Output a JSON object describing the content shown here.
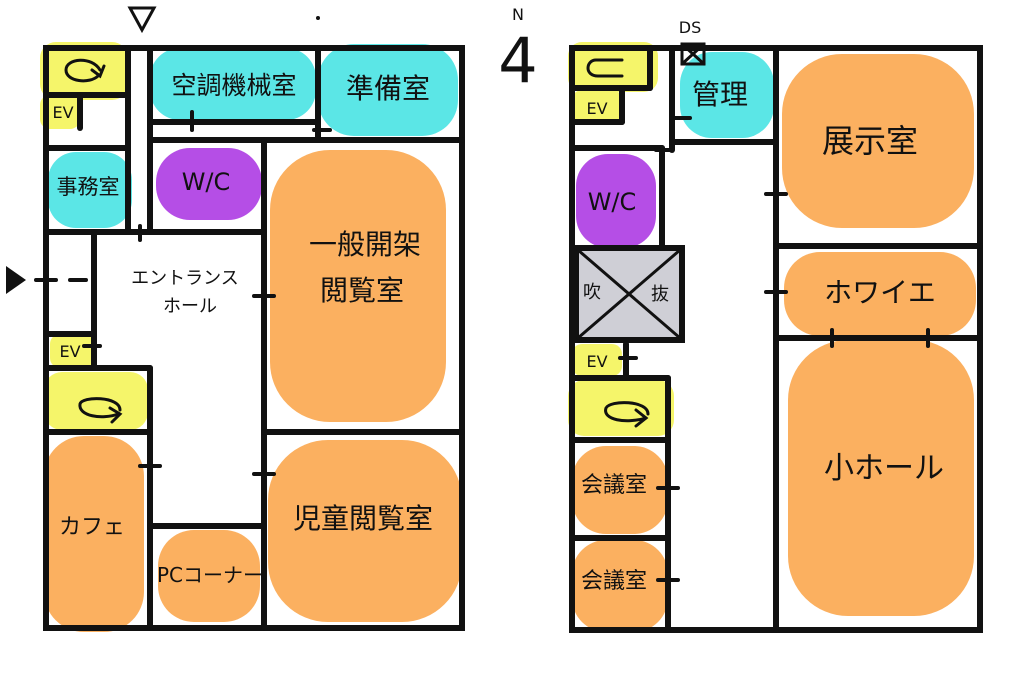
{
  "compass": {
    "north_letter": "N",
    "north_symbol": "4"
  },
  "colors": {
    "orange": "#fbb060",
    "cyan": "#5be6e6",
    "purple": "#b54ee6",
    "yellow": "#f5f56a",
    "gray": "#cfcfd6",
    "ink": "#111111"
  },
  "floor1": {
    "rooms": {
      "air_conditioning": "空調機械室",
      "prep_room": "準備室",
      "office": "事務室",
      "restroom": "W/C",
      "elevator_top": "EV",
      "elevator_mid": "EV",
      "entrance_hall_line1": "エントランス",
      "entrance_hall_line2": "ホール",
      "general_reading_line1": "一般開架",
      "general_reading_line2": "閲覧室",
      "children_reading": "児童閲覧室",
      "cafe": "カフェ",
      "pc_corner": "PCコーナー"
    }
  },
  "floor2": {
    "rooms": {
      "ds": "DS",
      "management": "管理",
      "elevator_top": "EV",
      "elevator_mid": "EV",
      "restroom": "W/C",
      "void_left": "吹",
      "void_right": "抜",
      "exhibition": "展示室",
      "foyer": "ホワイエ",
      "small_hall": "小ホール",
      "meeting_1": "会議室",
      "meeting_2": "会議室"
    }
  }
}
